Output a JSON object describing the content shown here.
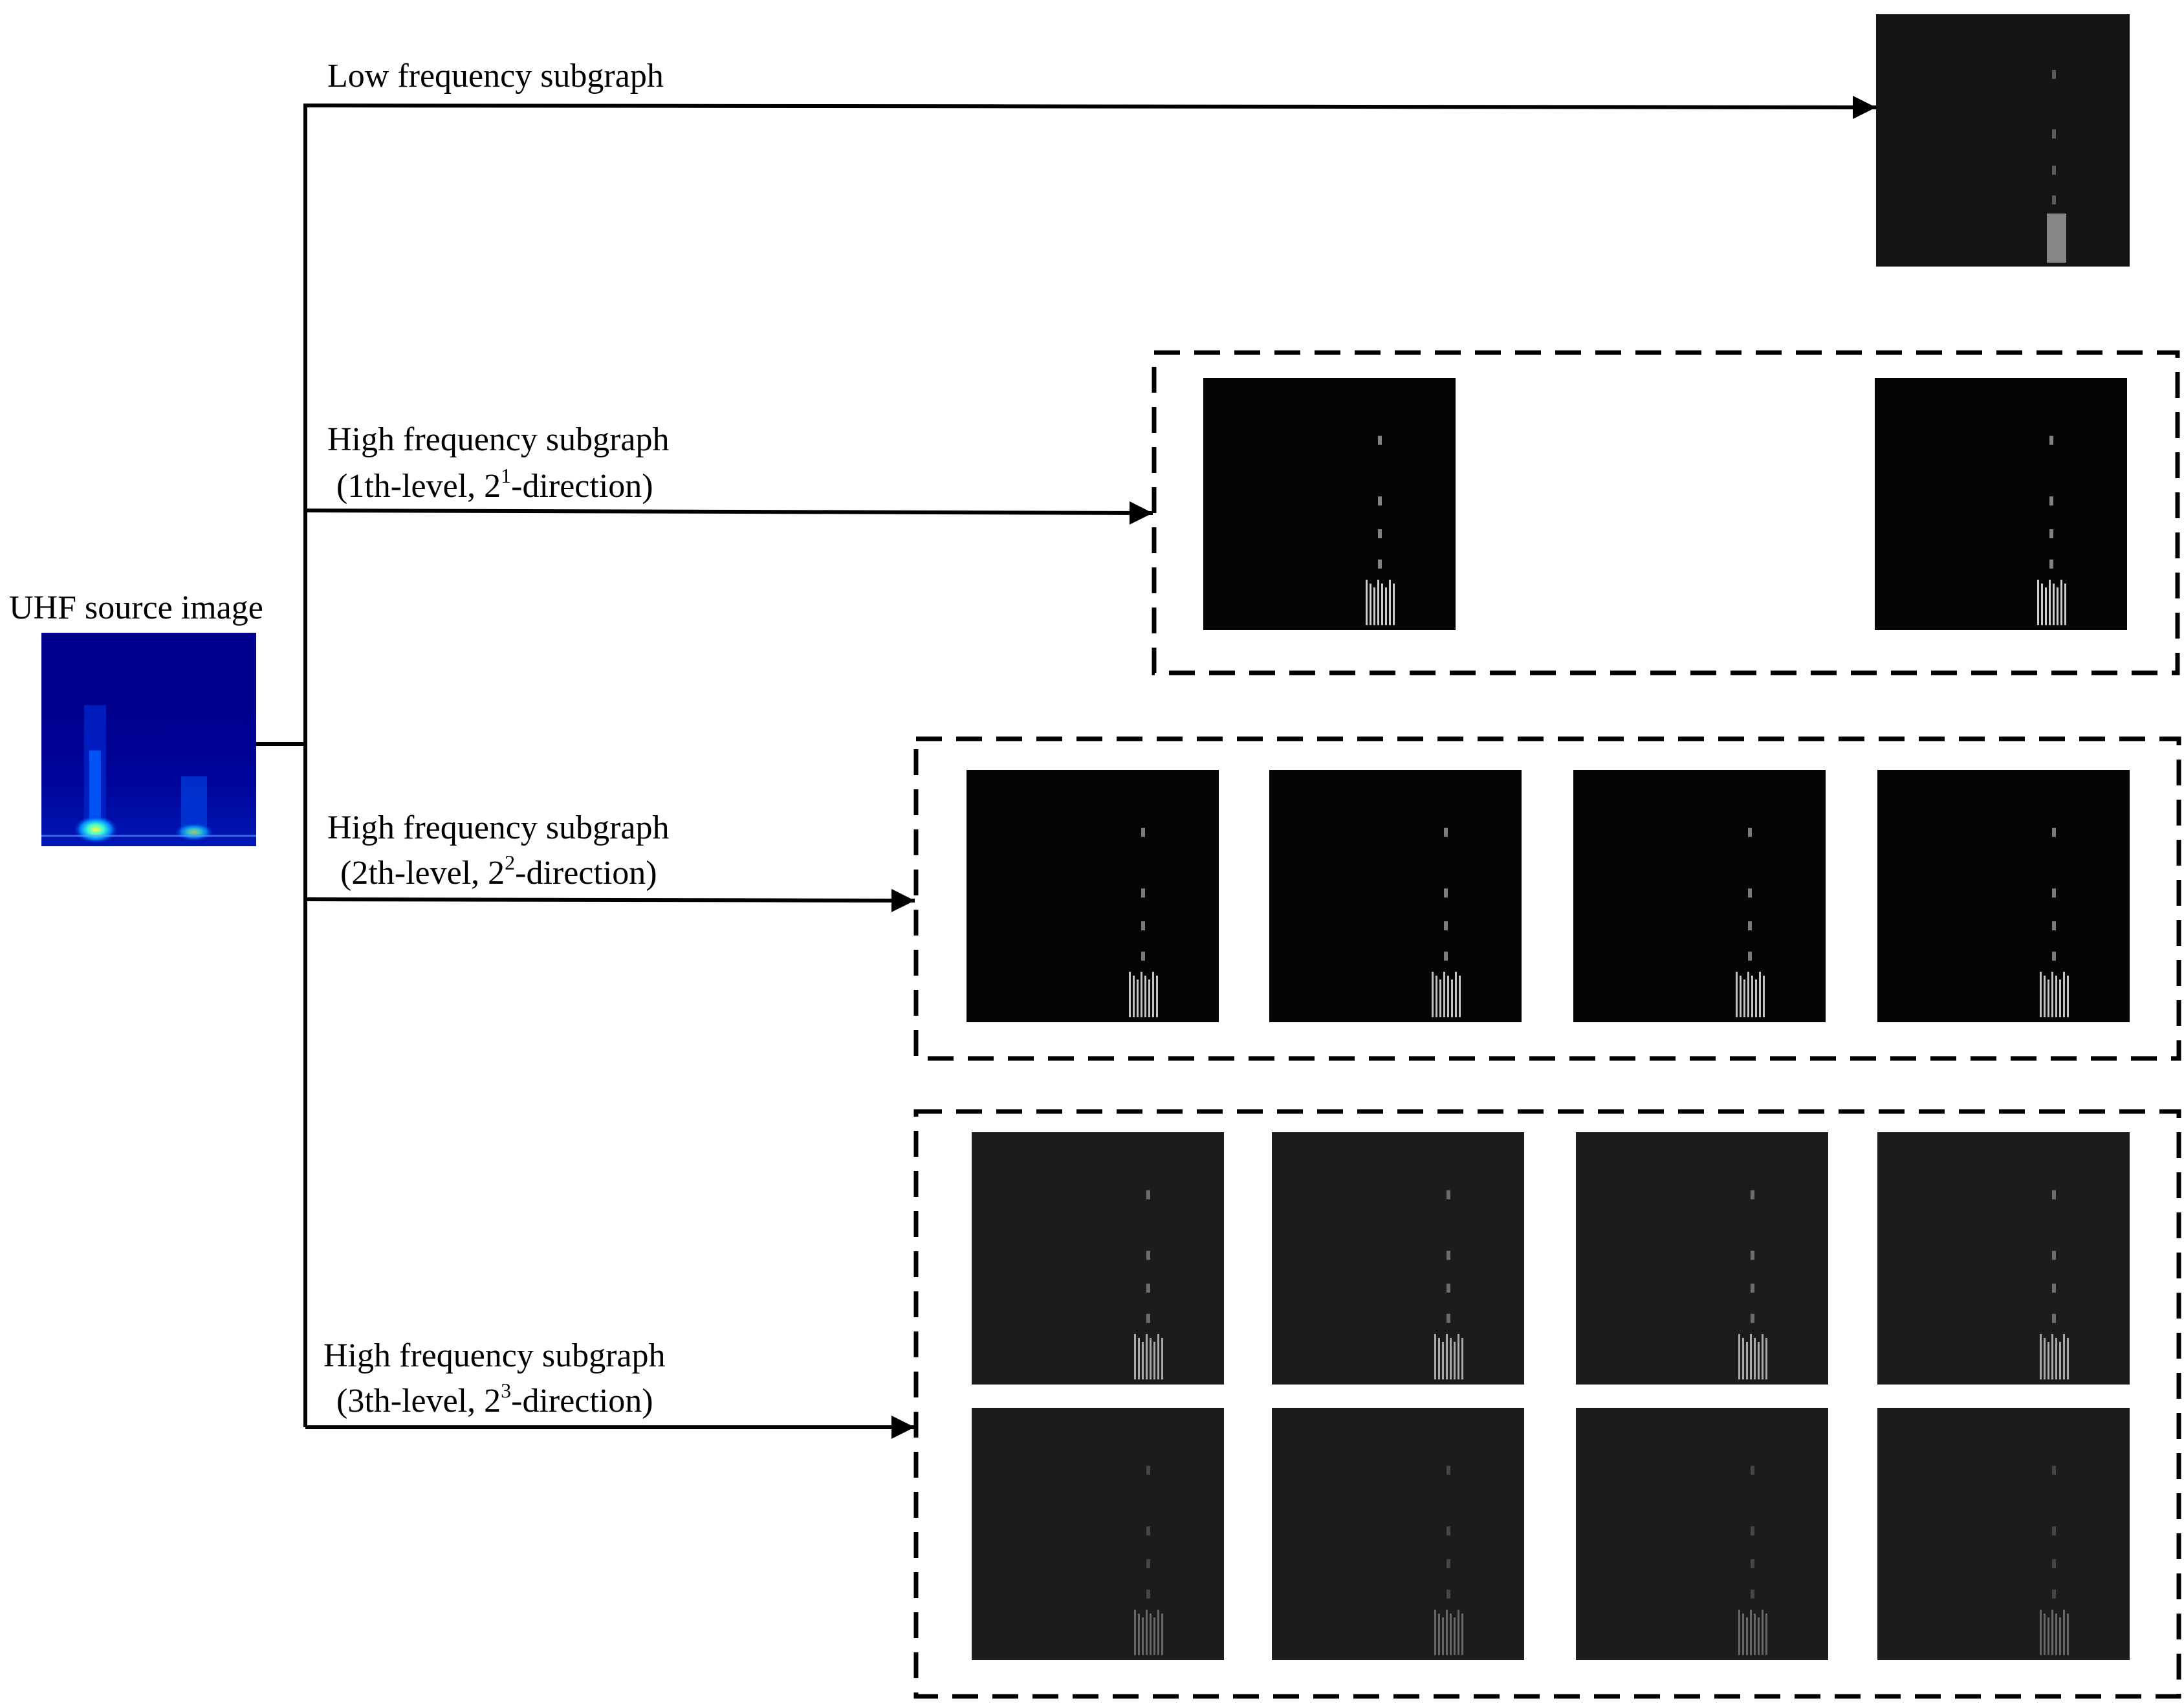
{
  "source": {
    "title": "UHF source image"
  },
  "branches": {
    "low": {
      "label": "Low frequency subgraph"
    },
    "level1": {
      "label": "High frequency subgraph",
      "detail_prefix": "(1th-level, 2",
      "detail_exponent": "1",
      "detail_suffix": "-direction)",
      "subgraph_count": 2
    },
    "level2": {
      "label": "High frequency subgraph",
      "detail_prefix": "(2th-level, 2",
      "detail_exponent": "2",
      "detail_suffix": "-direction)",
      "subgraph_count": 4
    },
    "level3": {
      "label": "High frequency subgraph",
      "detail_prefix": "(3th-level, 2",
      "detail_exponent": "3",
      "detail_suffix": "-direction)",
      "subgraph_count": 8
    }
  },
  "colors": {
    "line": "#000000",
    "subgraph_background": "#050505",
    "low_background": "#141414",
    "level3_background": "#1c1c1c",
    "source_background": "#00008f"
  }
}
